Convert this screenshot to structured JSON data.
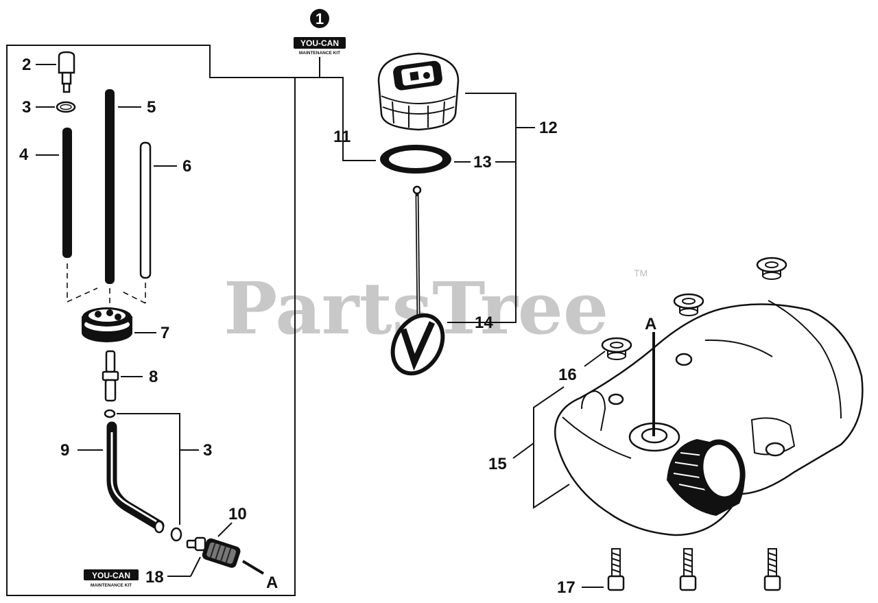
{
  "watermark": {
    "text": "PartsTree",
    "tm": "TM"
  },
  "kit": {
    "callout_number": "1",
    "brand": "YOU-CAN",
    "subtitle": "MAINTENANCE KIT"
  },
  "labels": {
    "p2": "2",
    "p3a": "3",
    "p4": "4",
    "p5": "5",
    "p6": "6",
    "p7": "7",
    "p8": "8",
    "p9": "9",
    "p3b": "3",
    "p10": "10",
    "p18": "18",
    "p11": "11",
    "p12": "12",
    "p13": "13",
    "p14": "14",
    "p15": "15",
    "p16": "16",
    "p17": "17",
    "ref_a_1": "A",
    "ref_a_2": "A"
  }
}
